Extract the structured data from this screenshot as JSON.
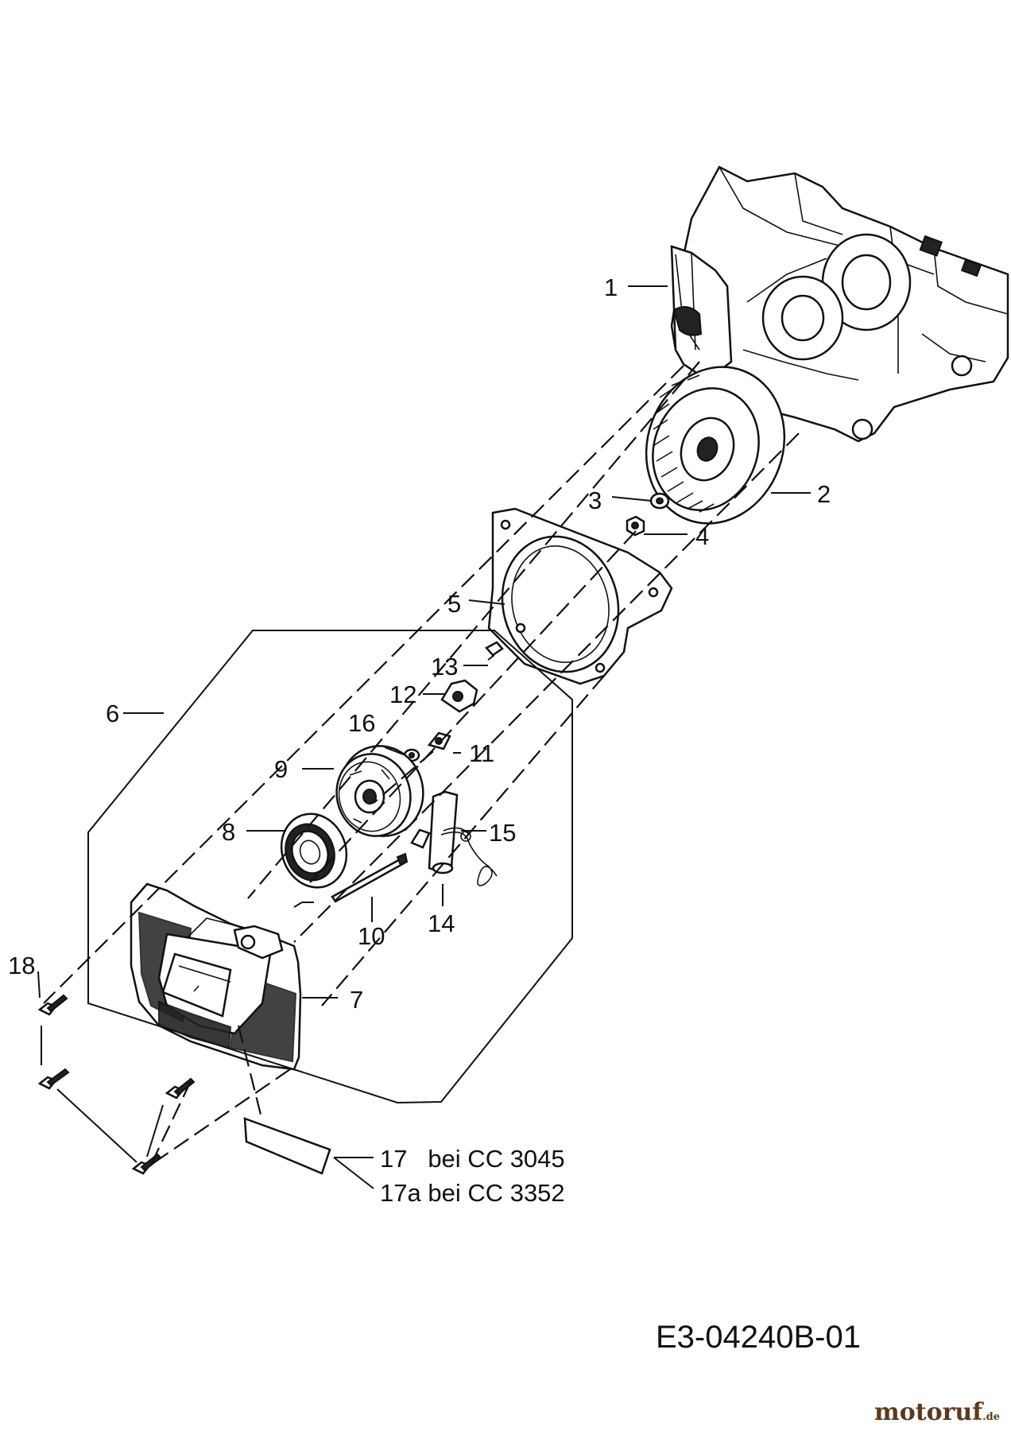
{
  "drawing_code": "E3-04240B-01",
  "watermark": {
    "name": "motoruf",
    "tld": ".de"
  },
  "callouts": [
    {
      "id": "1",
      "text": "1"
    },
    {
      "id": "2",
      "text": "2"
    },
    {
      "id": "3",
      "text": "3"
    },
    {
      "id": "4",
      "text": "4"
    },
    {
      "id": "5",
      "text": "5"
    },
    {
      "id": "6",
      "text": "6"
    },
    {
      "id": "7",
      "text": "7"
    },
    {
      "id": "8",
      "text": "8"
    },
    {
      "id": "9",
      "text": "9"
    },
    {
      "id": "10",
      "text": "10"
    },
    {
      "id": "11",
      "text": "11"
    },
    {
      "id": "12",
      "text": "12"
    },
    {
      "id": "13",
      "text": "13"
    },
    {
      "id": "14",
      "text": "14"
    },
    {
      "id": "15",
      "text": "15"
    },
    {
      "id": "16",
      "text": "16"
    },
    {
      "id": "17",
      "text": "17   bei CC 3045"
    },
    {
      "id": "17a",
      "text": "17a bei CC 3352"
    },
    {
      "id": "18",
      "text": "18"
    }
  ]
}
